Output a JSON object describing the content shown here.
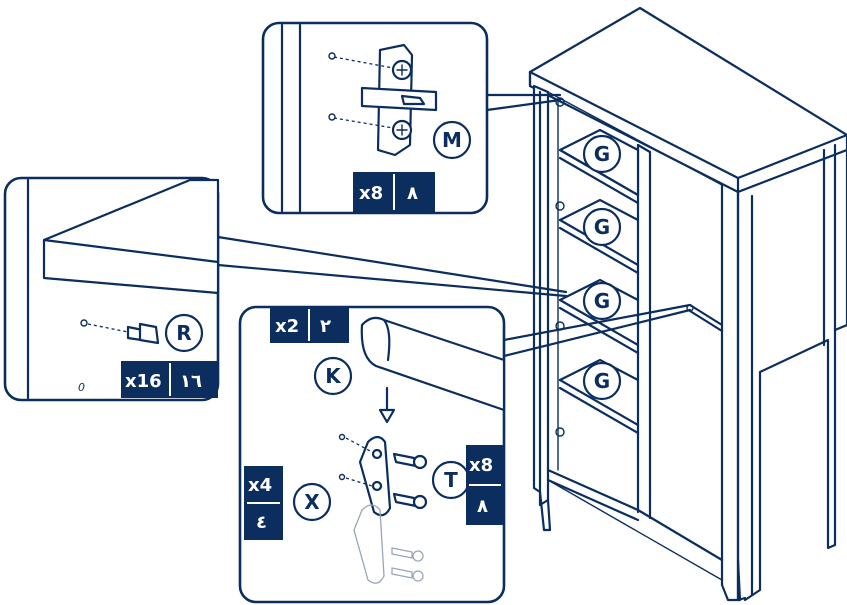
{
  "labels": {
    "top_qty": "x8",
    "top_qty_ar": "٨",
    "top_part": "M",
    "left_qty": "x16",
    "left_qty_ar": "١٦",
    "left_part": "R",
    "left_mark": "0",
    "bottom_top_qty": "x2",
    "bottom_top_qty_ar": "٢",
    "bottom_part_k": "K",
    "bottom_left_qty": "x4",
    "bottom_left_qty_ar": "٤",
    "bottom_part_x": "X",
    "bottom_right_qty": "x8",
    "bottom_right_qty_ar": "٨",
    "bottom_part_t": "T",
    "shelf_label": "G"
  },
  "colors": {
    "line": "#0b2e5e",
    "badge": "#0b2e5e",
    "background": "#ffffff"
  },
  "icons": [
    "hinge-icon",
    "screw-icon",
    "shelf-pin-icon",
    "hanger-bracket-icon",
    "arrow-down-icon"
  ]
}
